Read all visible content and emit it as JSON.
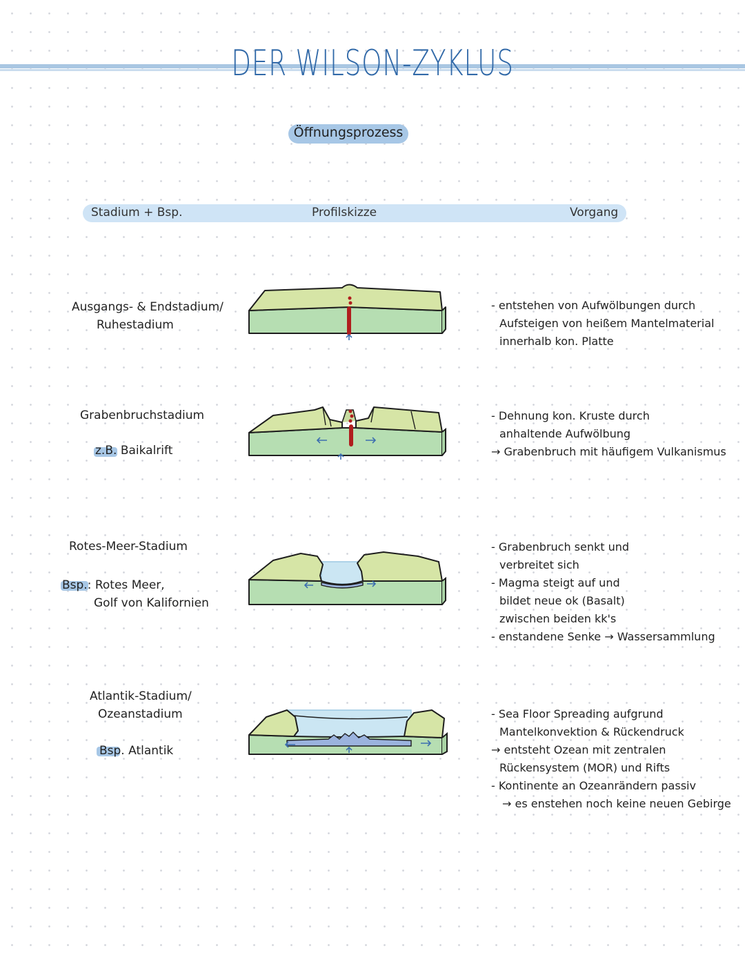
{
  "title": "DER WILSON-ZYKLUS",
  "subtitle": "Öffnungsprozess",
  "table_header": {
    "col1": "Stadium + Bsp.",
    "col2": "Profilskizze",
    "col3": "Vorgang"
  },
  "stages": [
    {
      "name_lines": [
        "Ausgangs- & Endstadium/",
        "Ruhestadium"
      ],
      "example_label": "",
      "example_lines": [],
      "process_lines": [
        "- entstehen von Aufwölbungen durch",
        "Aufsteigen von heißem Mantelmaterial",
        "innerhalb kon. Platte"
      ]
    },
    {
      "name_lines": [
        "Grabenbruchstadium"
      ],
      "example_label": "z.B.",
      "example_lines": [
        "Baikalrift"
      ],
      "process_lines": [
        "- Dehnung kon. Kruste durch",
        "anhaltende Aufwölbung",
        "→ Grabenbruch mit häufigem Vulkanismus"
      ]
    },
    {
      "name_lines": [
        "Rotes-Meer-Stadium"
      ],
      "example_label": "Bsp.:",
      "example_lines": [
        "Rotes Meer,",
        "Golf von Kalifornien"
      ],
      "process_lines": [
        "- Grabenbruch senkt und",
        "verbreitet sich",
        "- Magma steigt auf und",
        "bildet neue ok (Basalt)",
        "zwischen beiden kk's",
        "- enstandene Senke → Wassersammlung"
      ]
    },
    {
      "name_lines": [
        "Atlantik-Stadium/",
        "Ozeanstadium"
      ],
      "example_label": "Bsp.",
      "example_lines": [
        "Atlantik"
      ],
      "process_lines": [
        "- Sea Floor Spreading aufgrund",
        "Mantelkonvektion & Rückendruck",
        "→ entsteht Ozean mit zentralen",
        "Rückensystem (MOR) und Rifts",
        "- Kontinente an Ozeanrändern passiv",
        "→ es enstehen noch keine neuen Gebirge"
      ]
    }
  ],
  "colors": {
    "title": "#3169a8",
    "highlight": "#a7c7e6",
    "header_bar": "#cfe4f6",
    "crust_top": "#d6e5a6",
    "crust_side": "#b6deb2",
    "magma": "#b01e1e",
    "water": "#cbe6f3",
    "oceanic_crust": "#9bb3de",
    "arrow": "#3d6fb0"
  }
}
